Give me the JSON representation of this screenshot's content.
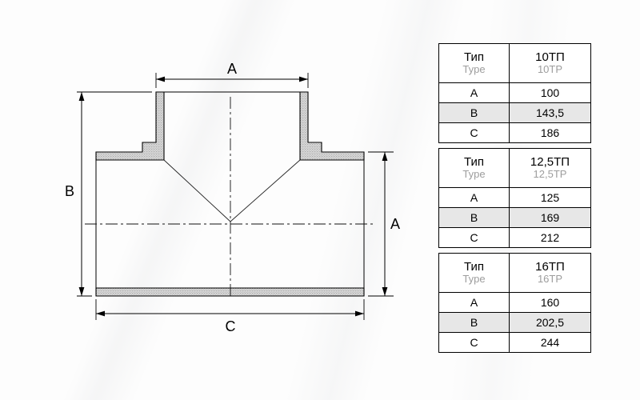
{
  "drawing": {
    "dim_top": "A",
    "dim_left": "B",
    "dim_right": "A",
    "dim_bottom": "C"
  },
  "tables": [
    {
      "type_ru": "Тип",
      "type_en": "Type",
      "model_ru": "10ТП",
      "model_en": "10TP",
      "rows": [
        {
          "param": "A",
          "value": "100"
        },
        {
          "param": "B",
          "value": "143,5"
        },
        {
          "param": "C",
          "value": "186"
        }
      ]
    },
    {
      "type_ru": "Тип",
      "type_en": "Type",
      "model_ru": "12,5ТП",
      "model_en": "12,5TP",
      "rows": [
        {
          "param": "A",
          "value": "125"
        },
        {
          "param": "B",
          "value": "169"
        },
        {
          "param": "C",
          "value": "212"
        }
      ]
    },
    {
      "type_ru": "Тип",
      "type_en": "Type",
      "model_ru": "16ТП",
      "model_en": "16TP",
      "rows": [
        {
          "param": "A",
          "value": "160"
        },
        {
          "param": "B",
          "value": "202,5"
        },
        {
          "param": "C",
          "value": "244"
        }
      ]
    }
  ]
}
